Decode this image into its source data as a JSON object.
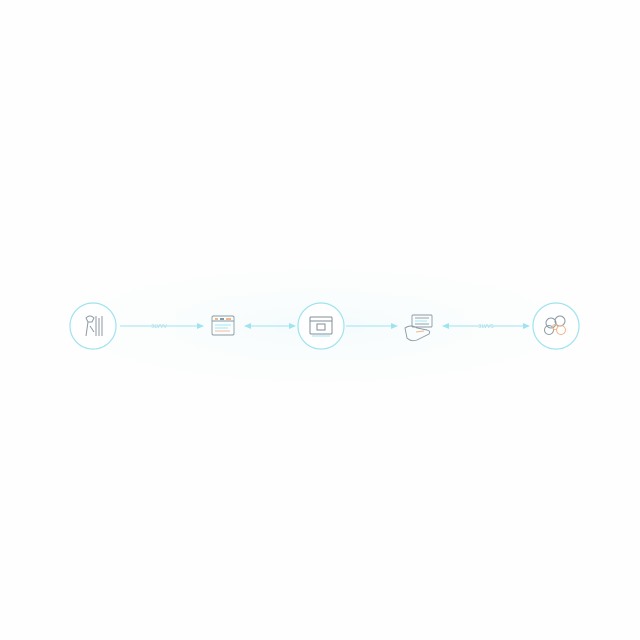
{
  "colors": {
    "background": "#fdfefd",
    "accent": "#9fe3ef",
    "icon_stroke": "#8a9aa3",
    "icon_orange": "#f3b58a",
    "label": "#a7dce8"
  },
  "nodes": [
    {
      "id": "n1",
      "shape": "circle",
      "icon": "tools-icon"
    },
    {
      "id": "n2",
      "shape": "plain",
      "icon": "browser-window-icon"
    },
    {
      "id": "n3",
      "shape": "circle",
      "icon": "monitor-icon"
    },
    {
      "id": "n4",
      "shape": "plain",
      "icon": "hand-holding-documents-icon"
    },
    {
      "id": "n5",
      "shape": "circle",
      "icon": "cloud-cluster-icon"
    }
  ],
  "connectors": [
    {
      "from": "n1",
      "to": "n2",
      "direction": "forward",
      "label": "3LVVV"
    },
    {
      "from": "n2",
      "to": "n3",
      "direction": "both",
      "label": ""
    },
    {
      "from": "n3",
      "to": "n4",
      "direction": "forward",
      "label": ""
    },
    {
      "from": "n4",
      "to": "n5",
      "direction": "both",
      "label": "3LVVS"
    }
  ]
}
